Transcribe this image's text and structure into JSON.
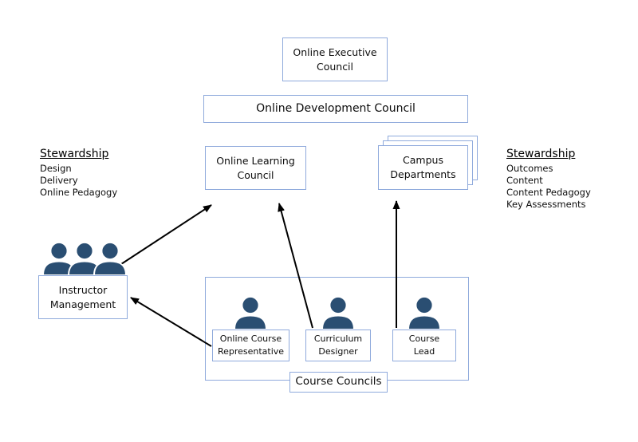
{
  "diagram": {
    "boxes": {
      "executive": "Online Executive\nCouncil",
      "development": "Online Development Council",
      "learning": "Online Learning\nCouncil",
      "campus": "Campus\nDepartments",
      "instructor": "Instructor\nManagement",
      "course_councils_label": "Course Councils",
      "roles": [
        {
          "label": "Online Course\nRepresentative"
        },
        {
          "label": "Curriculum\nDesigner"
        },
        {
          "label": "Course\nLead"
        }
      ]
    },
    "stewardship_left": {
      "title": "Stewardship",
      "items": [
        "Design",
        "Delivery",
        "Online Pedagogy"
      ]
    },
    "stewardship_right": {
      "title": "Stewardship",
      "items": [
        "Outcomes",
        "Content",
        "Content Pedagogy",
        "Key Assessments"
      ]
    },
    "icons": {
      "instructor_group": "people-group-icon",
      "role_member": "person-icon"
    },
    "colors": {
      "box_border": "#8FAADC",
      "person_icon": "#2A4E72",
      "arrow": "#000000",
      "background": "#FFFFFF"
    }
  }
}
